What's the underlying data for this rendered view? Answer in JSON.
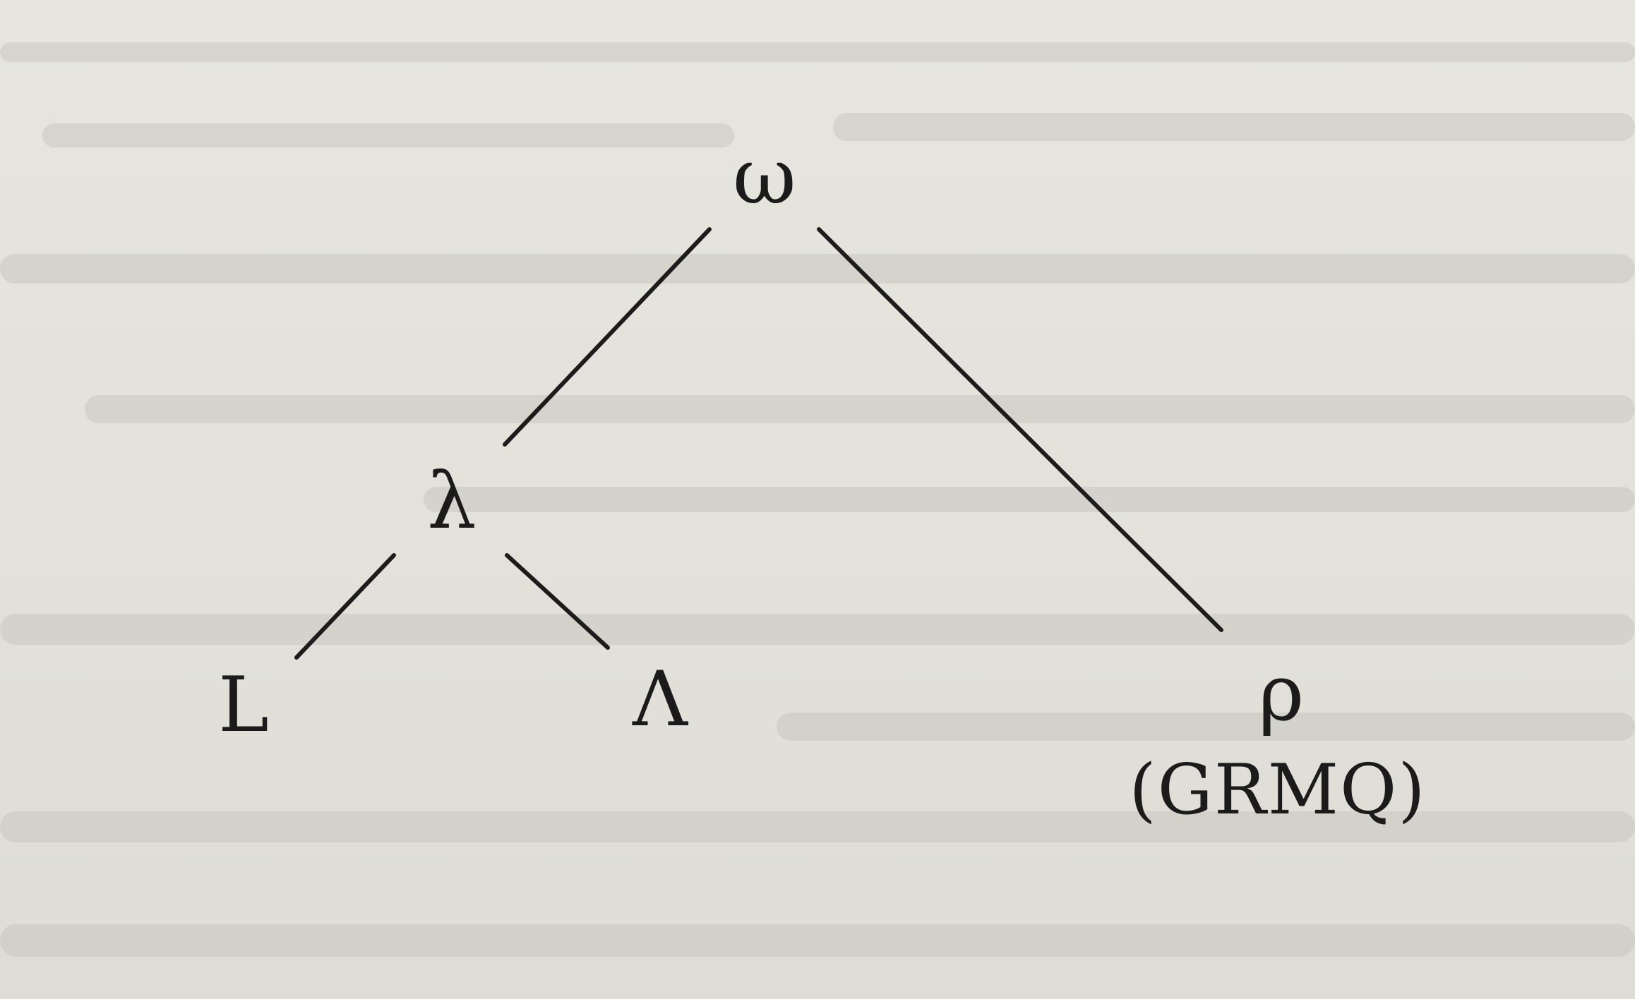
{
  "diagram": {
    "nodes": {
      "root": {
        "label": "ω"
      },
      "left": {
        "label": "λ"
      },
      "leaf_L": {
        "label": "L"
      },
      "leaf_Lambda": {
        "label": "Λ"
      },
      "right": {
        "label": "ρ"
      },
      "right_sub": {
        "label": "(GRMQ)"
      }
    },
    "edges": [
      {
        "from": "root",
        "to": "left"
      },
      {
        "from": "root",
        "to": "right"
      },
      {
        "from": "left",
        "to": "leaf_L"
      },
      {
        "from": "left",
        "to": "leaf_Lambda"
      }
    ]
  }
}
